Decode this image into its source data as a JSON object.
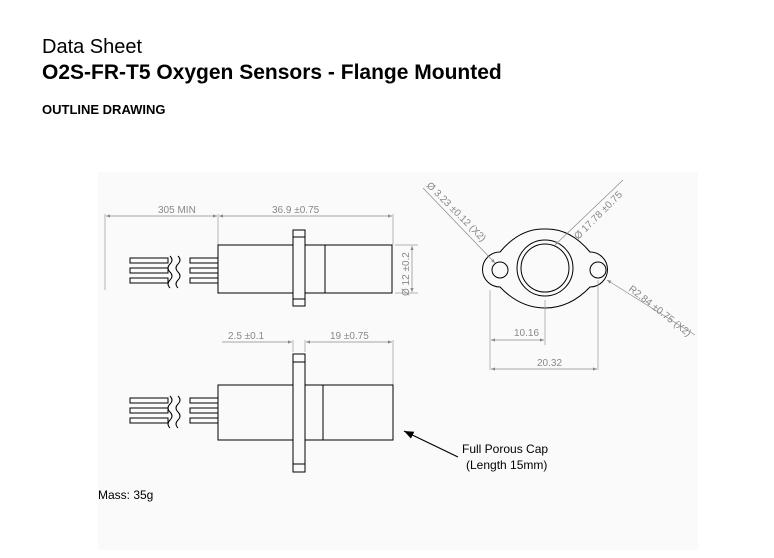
{
  "header": {
    "doc_type": "Data Sheet",
    "product_title": "O2S-FR-T5 Oxygen Sensors - Flange Mounted",
    "section_title": "OUTLINE DRAWING"
  },
  "drawing": {
    "dims": {
      "cable_length": "305 MIN",
      "body_length": "36.9 ±0.75",
      "body_diameter": "Ø 12 ±0.2",
      "flange_thickness": "2.5 ±0.1",
      "cap_length": "19 ±0.75",
      "hole_diameter": "Ø 3.23 ±0.12 (X2)",
      "bore_diameter": "Ø 17.78 ±0.75",
      "corner_radius": "R2.84 ±0.75 (X2)",
      "half_span": "10.16",
      "hole_span": "20.32"
    },
    "callout": {
      "line1": "Full Porous Cap",
      "line2": "(Length 15mm)"
    },
    "mass": "Mass: 35g"
  }
}
